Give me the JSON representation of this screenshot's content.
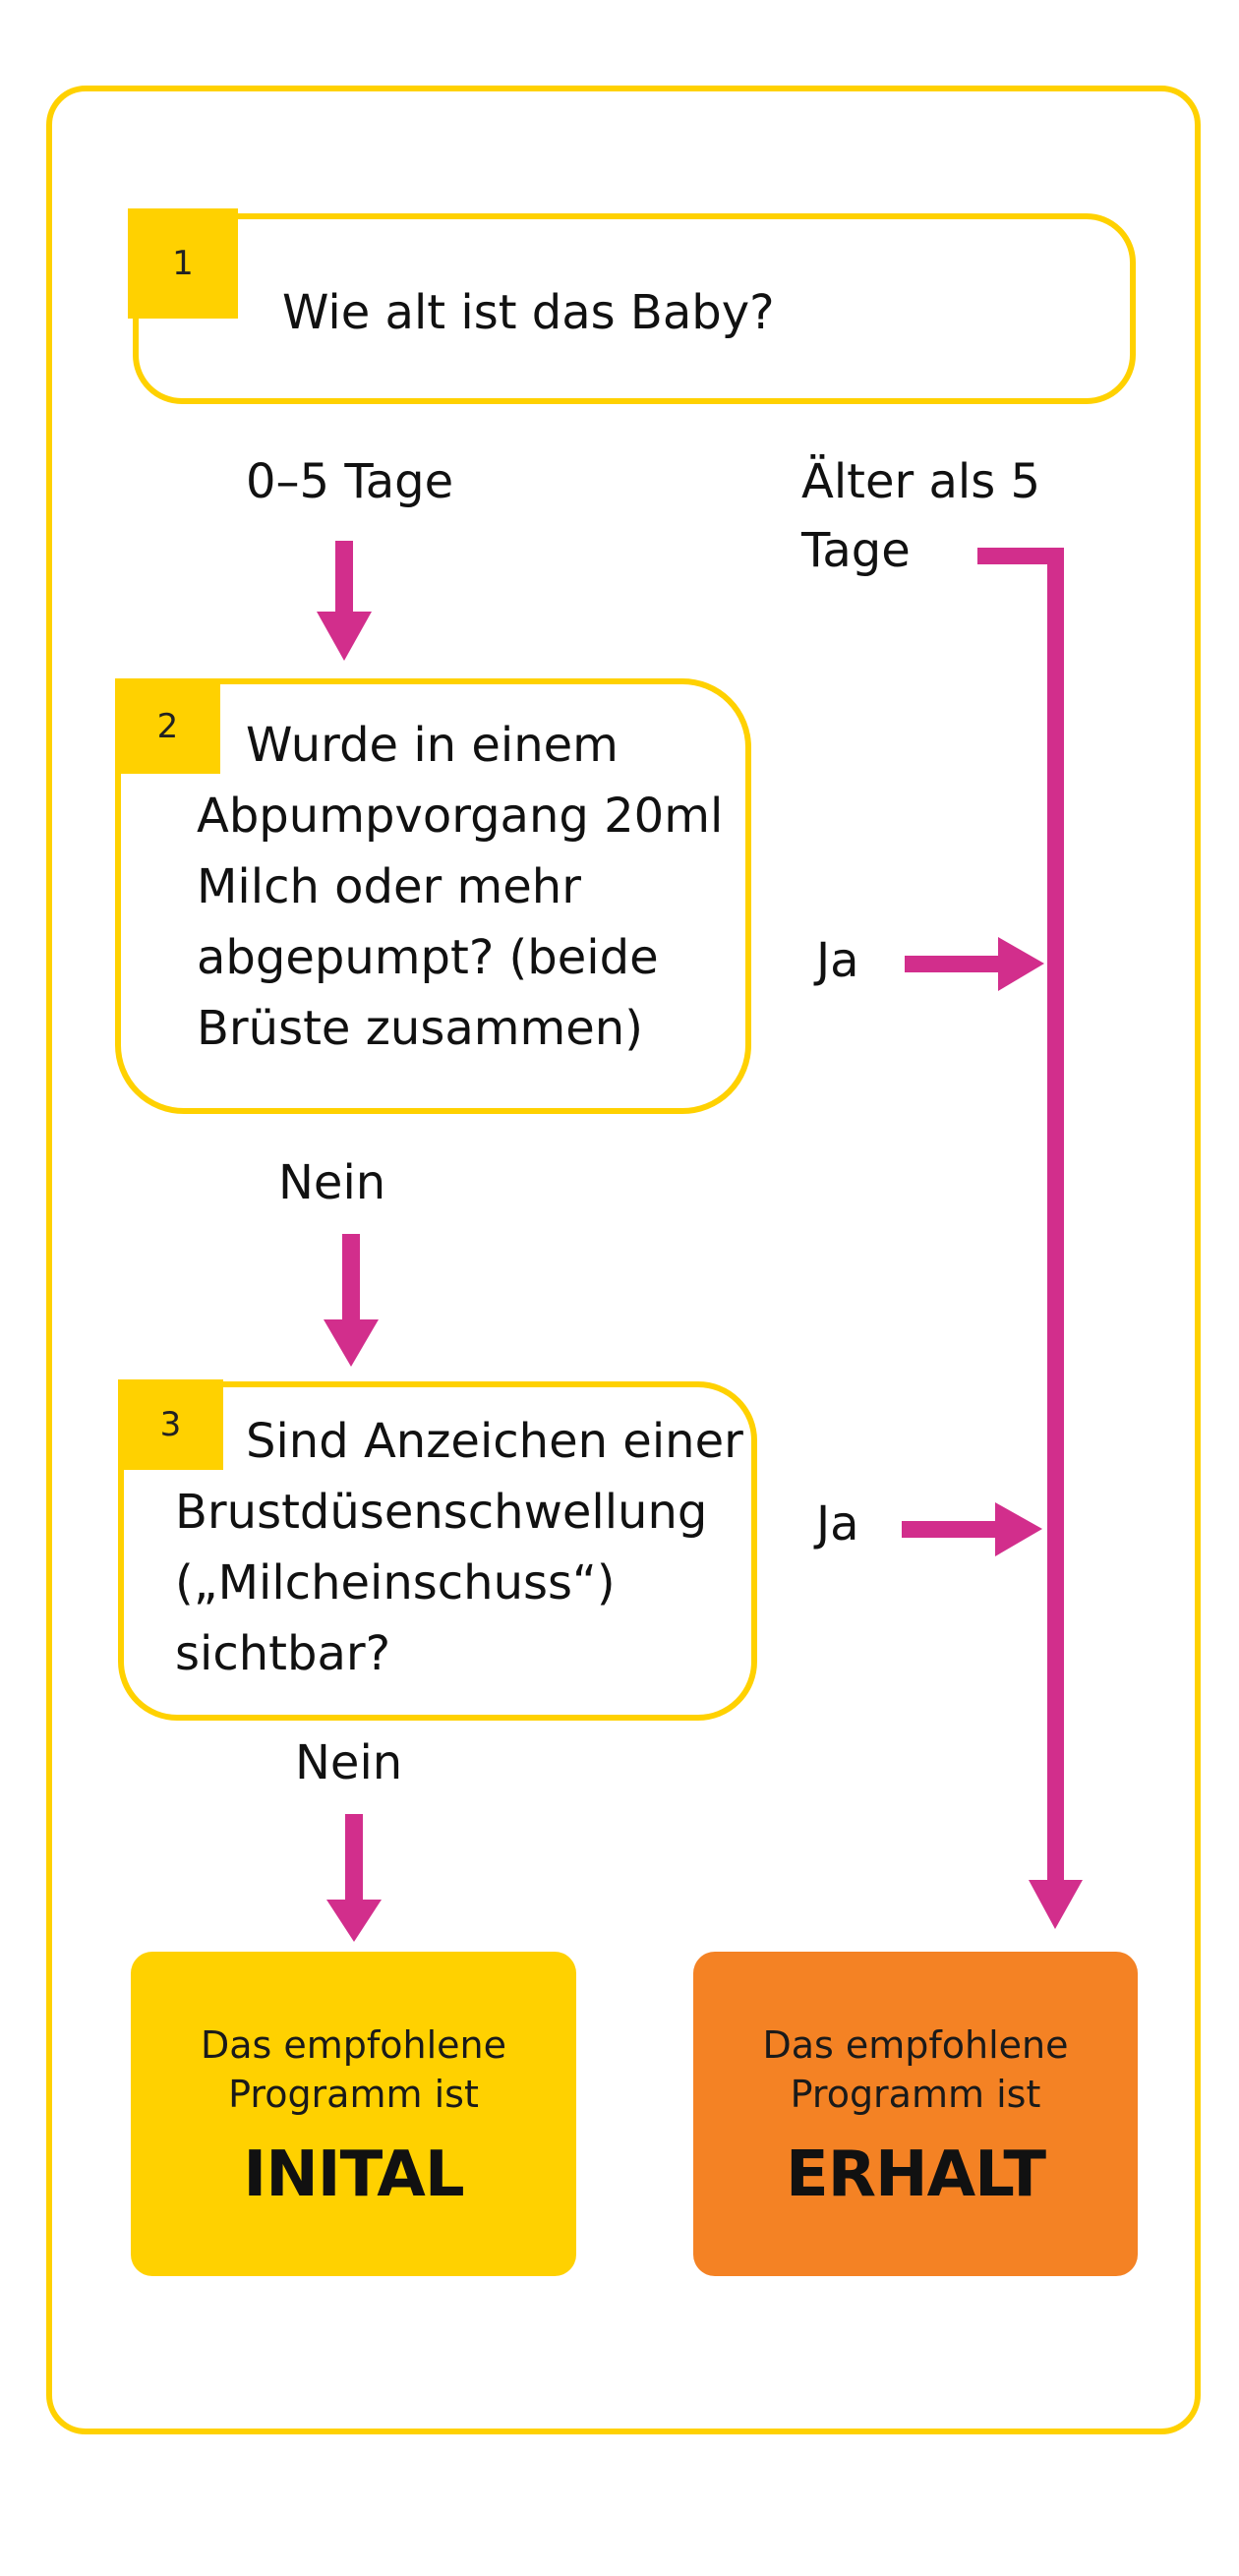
{
  "colors": {
    "yellow": "#FFD100",
    "magenta": "#D22E8C",
    "orange": "#F48224",
    "text": "#111111"
  },
  "questions": [
    {
      "number": "1",
      "text": "Wie alt ist das Baby?"
    },
    {
      "number": "2",
      "text": "Wurde in einem Abpumpvorgang 20ml Milch oder mehr abgepumpt? (beide Brüste zusammen)"
    },
    {
      "number": "3",
      "text": "Sind Anzeichen einer Brustdüsenschwellung („Milcheinschuss“) sichtbar?"
    }
  ],
  "branch_labels": {
    "age_0_5": "0–5 Tage",
    "age_older": "Älter als 5 Tage",
    "q2_yes": "Ja",
    "q2_no": "Nein",
    "q3_yes": "Ja",
    "q3_no": "Nein"
  },
  "results": {
    "initial": {
      "line1": "Das empfohlene",
      "line2": "Programm ist",
      "program": "INITAL"
    },
    "maintain": {
      "line1": "Das empfohlene",
      "line2": "Programm ist",
      "program": "ERHALT"
    }
  }
}
